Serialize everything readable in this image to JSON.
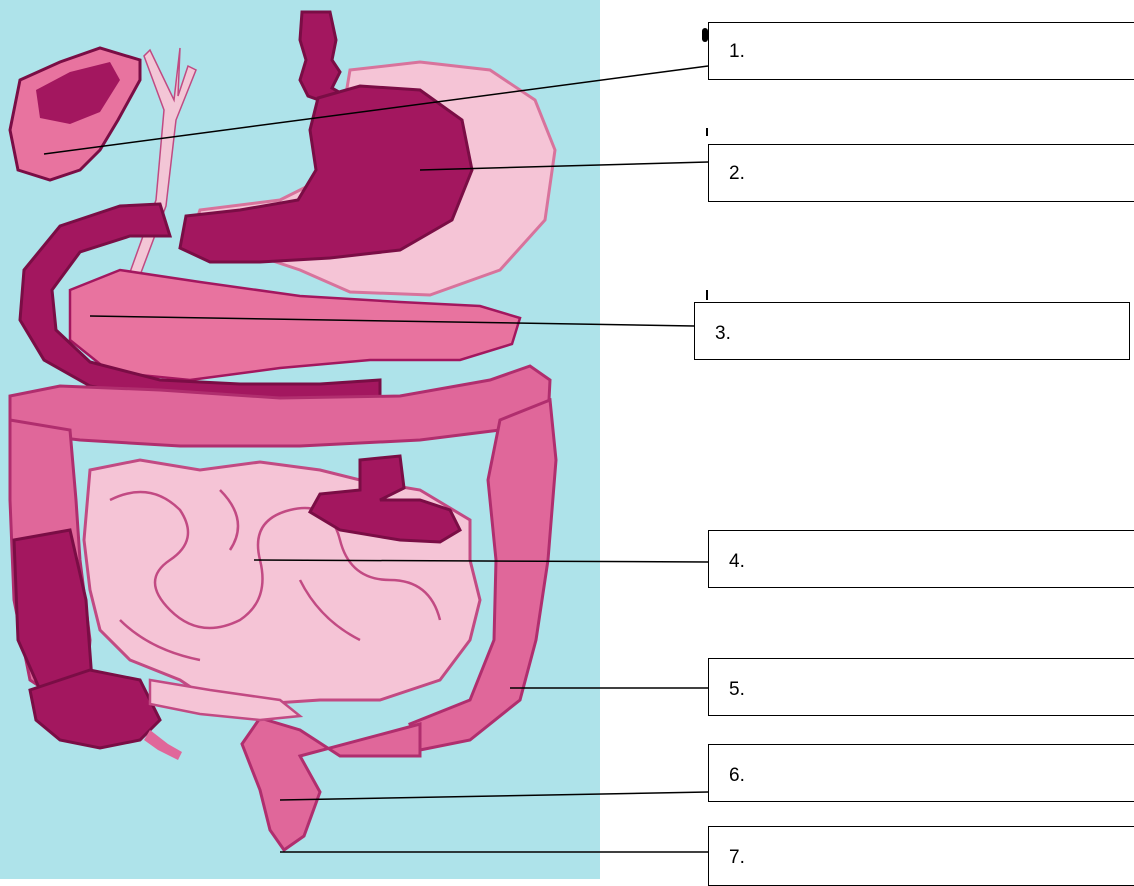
{
  "diagram": {
    "background_color": "#aee3ea",
    "organ_colors": {
      "dark_magenta": "#a3175f",
      "medium_pink": "#e0679a",
      "light_pink": "#f5c4d6",
      "outline": "#7a0d45"
    },
    "labels": [
      {
        "id": 1,
        "text": "1.",
        "points_to": "gallbladder"
      },
      {
        "id": 2,
        "text": "2.",
        "points_to": "stomach"
      },
      {
        "id": 3,
        "text": "3.",
        "points_to": "pancreas"
      },
      {
        "id": 4,
        "text": "4.",
        "points_to": "small intestine"
      },
      {
        "id": 5,
        "text": "5.",
        "points_to": "large intestine"
      },
      {
        "id": 6,
        "text": "6.",
        "points_to": "rectum"
      },
      {
        "id": 7,
        "text": "7.",
        "points_to": "anus"
      }
    ]
  }
}
